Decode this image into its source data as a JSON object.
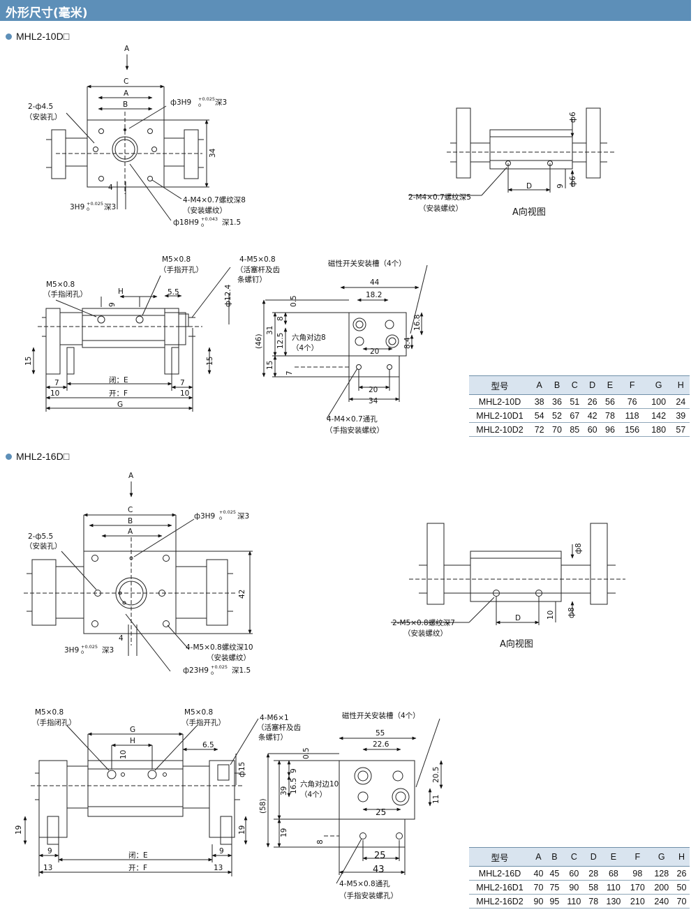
{
  "header": {
    "title": "外形尺寸(毫米)"
  },
  "sections": [
    {
      "model": "MHL2-10D□"
    },
    {
      "model": "MHL2-16D□"
    }
  ],
  "top_a": {
    "arrow": "A",
    "c": "C",
    "a": "A",
    "b": "B",
    "holes": "2-ф4.5",
    "holes_note": "（安装孔）",
    "pin": "ф3H9",
    "pin_tol": "+0.025",
    "pin_tol0": "0",
    "pin_depth": "深3",
    "h34": "34",
    "four": "4",
    "bot_pin": "3H9",
    "bot_tol": "+0.025",
    "bot_tol0": "0",
    "bot_depth": "深3",
    "screw": "4-M4×0.7螺纹深8",
    "screw_note": "（安装螺纹）",
    "bore": "ф18H9",
    "bore_tol": "+0.043",
    "bore_tol0": "0",
    "bore_depth": "深1.5"
  },
  "side_a": {
    "phi_top": "ф6",
    "phi_bot": "ф6",
    "nine": "9",
    "d": "D",
    "screw": "2-M4×0.7螺纹深5",
    "screw_note": "（安装螺纹）",
    "view": "A向视图"
  },
  "front_a": {
    "m5a": "M5×0.8",
    "m5a_note": "（手指闭孔）",
    "m5b": "M5×0.8",
    "m5b_note": "（手指开孔）",
    "m5c": "4-M5×0.8",
    "m5c_note1": "（活塞杆及齿",
    "m5c_note2": "条螺钉）",
    "h": "H",
    "nine": "9",
    "five5": "5.5",
    "phi124": "ф12.4",
    "left15": "15",
    "right15": "15",
    "seven_l": "7",
    "seven_r": "7",
    "ten_l": "10",
    "ten_r": "10",
    "closed": "闭：E",
    "open": "开：F",
    "g": "G"
  },
  "end_a": {
    "slot": "磁性开关安装槽（4个）",
    "w44": "44",
    "w182": "18.2",
    "h05": "0.5",
    "h8": "8",
    "h31": "31",
    "h125": "12.5",
    "h46": "(46)",
    "h15": "15",
    "h7": "7",
    "h168": "16.8",
    "h84": "8.4",
    "hex": "六角对边8",
    "hex_note": "（4个）",
    "w20a": "20",
    "w20b": "20",
    "w34": "34",
    "screw": "4-M4×0.7通孔",
    "screw_note": "（手指安装螺纹）"
  },
  "top_b": {
    "arrow": "A",
    "c": "C",
    "b": "B",
    "a": "A",
    "holes": "2-ф5.5",
    "holes_note": "（安装孔）",
    "pin": "ф3H9",
    "pin_tol": "+0.025",
    "pin_tol0": "0",
    "pin_depth": "深3",
    "h42": "42",
    "four": "4",
    "bot_pin": "3H9",
    "bot_tol": "+0.025",
    "bot_tol0": "0",
    "bot_depth": "深3",
    "screw": "4-M5×0.8螺纹深10",
    "screw_note": "（安装螺纹）",
    "bore": "ф23H9",
    "bore_tol": "+0.025",
    "bore_tol0": "0",
    "bore_depth": "深1.5"
  },
  "side_b": {
    "phi_top": "ф8",
    "phi_bot": "ф8",
    "ten": "10",
    "d": "D",
    "screw": "2-M5×0.8螺纹深7",
    "screw_note": "（安装螺纹）",
    "view": "A向视图"
  },
  "front_b": {
    "m5a": "M5×0.8",
    "m5a_note": "（手指闭孔）",
    "m5b": "M5×0.8",
    "m5b_note": "（手指开孔）",
    "m6": "4-M6×1",
    "m6_note1": "（活塞杆及齿",
    "m6_note2": "条螺钉）",
    "g": "G",
    "h": "H",
    "ten": "10",
    "six5": "6.5",
    "phi15": "ф15",
    "left19": "19",
    "right19": "19",
    "nine_l": "9",
    "nine_r": "9",
    "thirteen_l": "13",
    "thirteen_r": "13",
    "closed": "闭：E",
    "open": "开：F"
  },
  "end_b": {
    "slot": "磁性开关安装槽（4个）",
    "w55": "55",
    "w226": "22.6",
    "h05": "0.5",
    "h9": "9",
    "h165": "16.5",
    "h39": "39",
    "h58": "(58)",
    "h19": "19",
    "h8": "8",
    "h205": "20.5",
    "h11": "11",
    "hex": "六角对边10",
    "hex_note": "（4个）",
    "w25a": "25",
    "w25b": "25",
    "w43": "43",
    "screw": "4-M5×0.8通孔",
    "screw_note": "（手指安装螺孔）"
  },
  "tables": [
    {
      "headers": [
        "型号",
        "A",
        "B",
        "C",
        "D",
        "E",
        "F",
        "G",
        "H"
      ],
      "rows": [
        [
          "MHL2-10D",
          "38",
          "36",
          "51",
          "26",
          "56",
          "76",
          "100",
          "24"
        ],
        [
          "MHL2-10D1",
          "54",
          "52",
          "67",
          "42",
          "78",
          "118",
          "142",
          "39"
        ],
        [
          "MHL2-10D2",
          "72",
          "70",
          "85",
          "60",
          "96",
          "156",
          "180",
          "57"
        ]
      ]
    },
    {
      "headers": [
        "型号",
        "A",
        "B",
        "C",
        "D",
        "E",
        "F",
        "G",
        "H"
      ],
      "rows": [
        [
          "MHL2-16D",
          "40",
          "45",
          "60",
          "28",
          "68",
          "98",
          "128",
          "26"
        ],
        [
          "MHL2-16D1",
          "70",
          "75",
          "90",
          "58",
          "110",
          "170",
          "200",
          "50"
        ],
        [
          "MHL2-16D2",
          "90",
          "95",
          "110",
          "78",
          "130",
          "210",
          "240",
          "70"
        ]
      ]
    }
  ]
}
